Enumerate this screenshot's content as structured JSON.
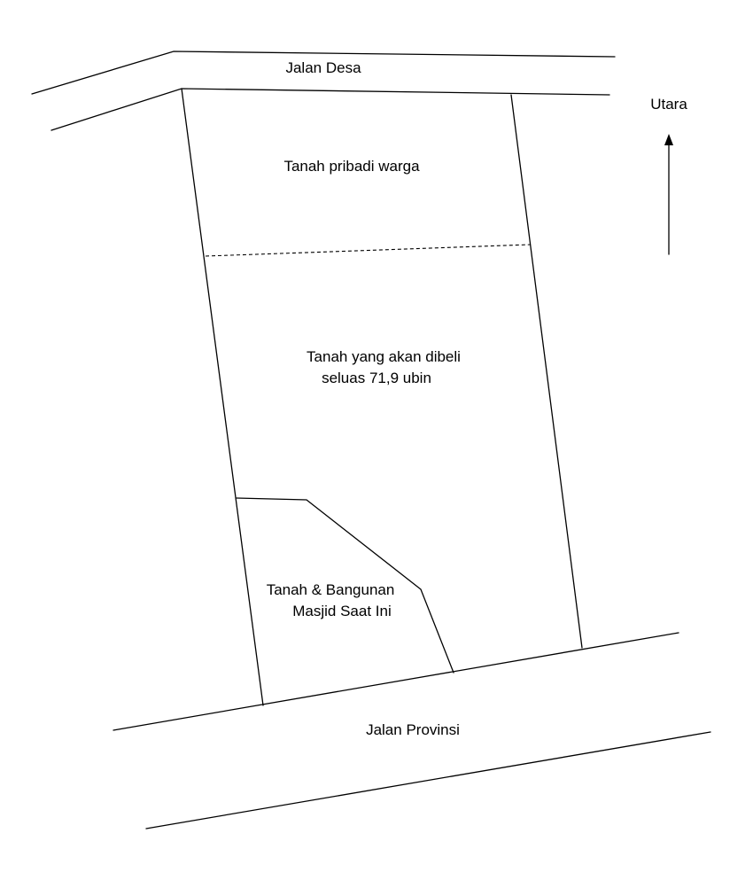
{
  "roads": {
    "north": "Jalan Desa",
    "south": "Jalan Provinsi"
  },
  "compass": {
    "label": "Utara",
    "icon": "north-arrow-icon"
  },
  "parcels": {
    "private_land": "Tanah pribadi warga",
    "land_to_buy": {
      "line1": "Tanah yang akan dibeli",
      "line2": "seluas 71,9 ubin"
    },
    "mosque": {
      "line1": "Tanah & Bangunan",
      "line2": "Masjid Saat Ini"
    }
  }
}
